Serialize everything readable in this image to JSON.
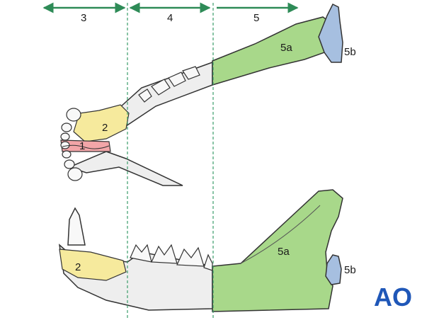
{
  "zones": {
    "zone_3": "3",
    "zone_4": "4",
    "zone_5": "5"
  },
  "regions": {
    "region_1": "1",
    "region_2_upper": "2",
    "region_2_lower": "2",
    "region_5a_upper": "5a",
    "region_5b_upper": "5b",
    "region_5a_lower": "5a",
    "region_5b_lower": "5b"
  },
  "logo": {
    "text": "AO",
    "color": "#1f57b8"
  },
  "colors": {
    "arrow": "#2e8b57",
    "divider": "#3a9d6a",
    "region_1": "#f2a5a8",
    "region_2": "#f6ea9d",
    "region_5a": "#a8d88a",
    "region_5b": "#a6bfe0",
    "bone": "#eeeeee",
    "outline": "#333333"
  },
  "icons": [
    "ao-logo"
  ]
}
